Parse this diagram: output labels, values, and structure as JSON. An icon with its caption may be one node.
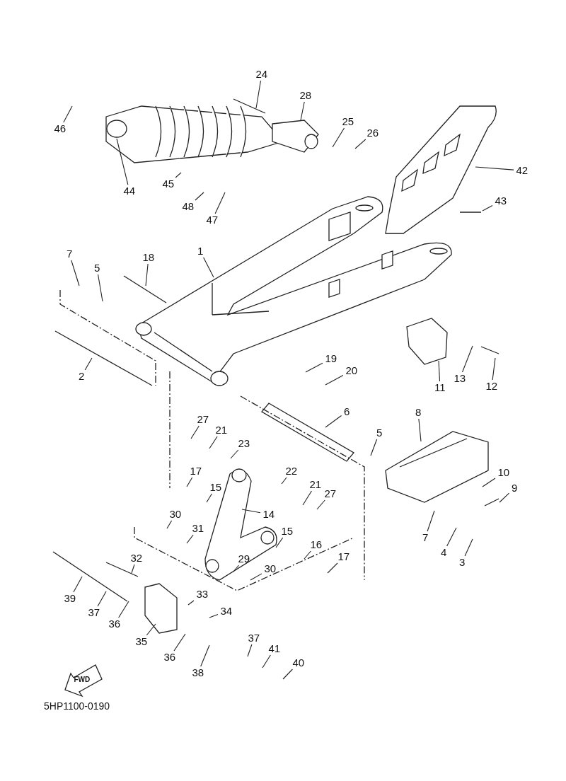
{
  "diagram": {
    "nodes": [
      {
        "text": [
          "24"
        ]
      },
      {
        "text": [
          "46"
        ]
      },
      {
        "text": [
          "28"
        ]
      },
      {
        "text": [
          "25"
        ]
      },
      {
        "text": [
          "26"
        ]
      },
      {
        "text": [
          "42"
        ]
      },
      {
        "text": [
          "45"
        ]
      },
      {
        "text": [
          "44"
        ]
      },
      {
        "text": [
          "43"
        ]
      },
      {
        "text": [
          "48"
        ]
      },
      {
        "text": [
          "47"
        ]
      },
      {
        "text": [
          "1"
        ]
      },
      {
        "text": [
          "7"
        ]
      },
      {
        "text": [
          "18"
        ]
      },
      {
        "text": [
          "5"
        ]
      },
      {
        "text": [
          "19"
        ]
      },
      {
        "text": [
          "20"
        ]
      },
      {
        "text": [
          "2"
        ]
      },
      {
        "text": [
          "13"
        ]
      },
      {
        "text": [
          "12"
        ]
      },
      {
        "text": [
          "11"
        ]
      },
      {
        "text": [
          "6"
        ]
      },
      {
        "text": [
          "8"
        ]
      },
      {
        "text": [
          "27"
        ]
      },
      {
        "text": [
          "21"
        ]
      },
      {
        "text": [
          "5"
        ]
      },
      {
        "text": [
          "23"
        ]
      },
      {
        "text": [
          "22"
        ]
      },
      {
        "text": [
          "17"
        ]
      },
      {
        "text": [
          "15"
        ]
      },
      {
        "text": [
          "21"
        ]
      },
      {
        "text": [
          "10"
        ]
      },
      {
        "text": [
          "27"
        ]
      },
      {
        "text": [
          "9"
        ]
      },
      {
        "text": [
          "14"
        ]
      },
      {
        "text": [
          "30"
        ]
      },
      {
        "text": [
          "31"
        ]
      },
      {
        "text": [
          "15"
        ]
      },
      {
        "text": [
          "7"
        ]
      },
      {
        "text": [
          "16"
        ]
      },
      {
        "text": [
          "4"
        ]
      },
      {
        "text": [
          "17"
        ]
      },
      {
        "text": [
          "29"
        ]
      },
      {
        "text": [
          "32"
        ]
      },
      {
        "text": [
          "3"
        ]
      },
      {
        "text": [
          "30"
        ]
      },
      {
        "text": [
          "39"
        ]
      },
      {
        "text": [
          "33"
        ]
      },
      {
        "text": [
          "37"
        ]
      },
      {
        "text": [
          "34"
        ]
      },
      {
        "text": [
          "36"
        ]
      },
      {
        "text": [
          "35"
        ]
      },
      {
        "text": [
          "37"
        ]
      },
      {
        "text": [
          "41"
        ]
      },
      {
        "text": [
          "36"
        ]
      },
      {
        "text": [
          "40"
        ]
      },
      {
        "text": [
          "38"
        ]
      }
    ],
    "edges": [
      {
        "from": 0,
        "to": null,
        "arrow": "none"
      },
      {
        "from": 1,
        "to": null,
        "arrow": "none"
      },
      {
        "from": 2,
        "to": null,
        "arrow": "none"
      },
      {
        "from": 3,
        "to": null,
        "arrow": "none"
      },
      {
        "from": 4,
        "to": null,
        "arrow": "none"
      },
      {
        "from": 5,
        "to": null,
        "arrow": "none"
      },
      {
        "from": 6,
        "to": null,
        "arrow": "none"
      },
      {
        "from": 7,
        "to": null,
        "arrow": "none"
      },
      {
        "from": 8,
        "to": null,
        "arrow": "none"
      },
      {
        "from": 9,
        "to": null,
        "arrow": "none"
      },
      {
        "from": 10,
        "to": null,
        "arrow": "none"
      },
      {
        "from": 11,
        "to": null,
        "arrow": "none"
      },
      {
        "from": 12,
        "to": null,
        "arrow": "none"
      },
      {
        "from": 13,
        "to": null,
        "arrow": "none"
      },
      {
        "from": 14,
        "to": null,
        "arrow": "none"
      },
      {
        "from": 15,
        "to": null,
        "arrow": "none"
      },
      {
        "from": 16,
        "to": null,
        "arrow": "none"
      },
      {
        "from": 17,
        "to": null,
        "arrow": "none"
      },
      {
        "from": 18,
        "to": null,
        "arrow": "none"
      },
      {
        "from": 19,
        "to": null,
        "arrow": "none"
      },
      {
        "from": 20,
        "to": null,
        "arrow": "none"
      },
      {
        "from": 21,
        "to": null,
        "arrow": "none"
      },
      {
        "from": 22,
        "to": null,
        "arrow": "none"
      },
      {
        "from": 23,
        "to": null,
        "arrow": "none"
      },
      {
        "from": 24,
        "to": null,
        "arrow": "none"
      },
      {
        "from": 25,
        "to": null,
        "arrow": "none"
      },
      {
        "from": 26,
        "to": null,
        "arrow": "none"
      },
      {
        "from": 27,
        "to": null,
        "arrow": "none"
      },
      {
        "from": 28,
        "to": null,
        "arrow": "none"
      },
      {
        "from": 29,
        "to": null,
        "arrow": "none"
      },
      {
        "from": 30,
        "to": null,
        "arrow": "none"
      },
      {
        "from": 31,
        "to": null,
        "arrow": "none"
      },
      {
        "from": 32,
        "to": null,
        "arrow": "none"
      },
      {
        "from": 33,
        "to": null,
        "arrow": "none"
      },
      {
        "from": 34,
        "to": null,
        "arrow": "none"
      },
      {
        "from": 35,
        "to": null,
        "arrow": "none"
      },
      {
        "from": 36,
        "to": null,
        "arrow": "none"
      },
      {
        "from": 37,
        "to": null,
        "arrow": "none"
      },
      {
        "from": 38,
        "to": null,
        "arrow": "none"
      },
      {
        "from": 39,
        "to": null,
        "arrow": "none"
      },
      {
        "from": 40,
        "to": null,
        "arrow": "none"
      },
      {
        "from": 41,
        "to": null,
        "arrow": "none"
      },
      {
        "from": 42,
        "to": null,
        "arrow": "none"
      },
      {
        "from": 43,
        "to": null,
        "arrow": "none"
      },
      {
        "from": 44,
        "to": null,
        "arrow": "none"
      },
      {
        "from": 45,
        "to": null,
        "arrow": "none"
      },
      {
        "from": 46,
        "to": null,
        "arrow": "none"
      },
      {
        "from": 47,
        "to": null,
        "arrow": "none"
      },
      {
        "from": 48,
        "to": null,
        "arrow": "none"
      },
      {
        "from": 49,
        "to": null,
        "arrow": "none"
      },
      {
        "from": 50,
        "to": null,
        "arrow": "none"
      },
      {
        "from": 51,
        "to": null,
        "arrow": "none"
      },
      {
        "from": 52,
        "to": null,
        "arrow": "none"
      },
      {
        "from": 53,
        "to": null,
        "arrow": "none"
      },
      {
        "from": 54,
        "to": null,
        "arrow": "none"
      },
      {
        "from": 55,
        "to": null,
        "arrow": "none"
      },
      {
        "from": 56,
        "to": null,
        "arrow": "none"
      }
    ],
    "labels": [
      "FWD",
      "5HP1100-0190"
    ]
  }
}
